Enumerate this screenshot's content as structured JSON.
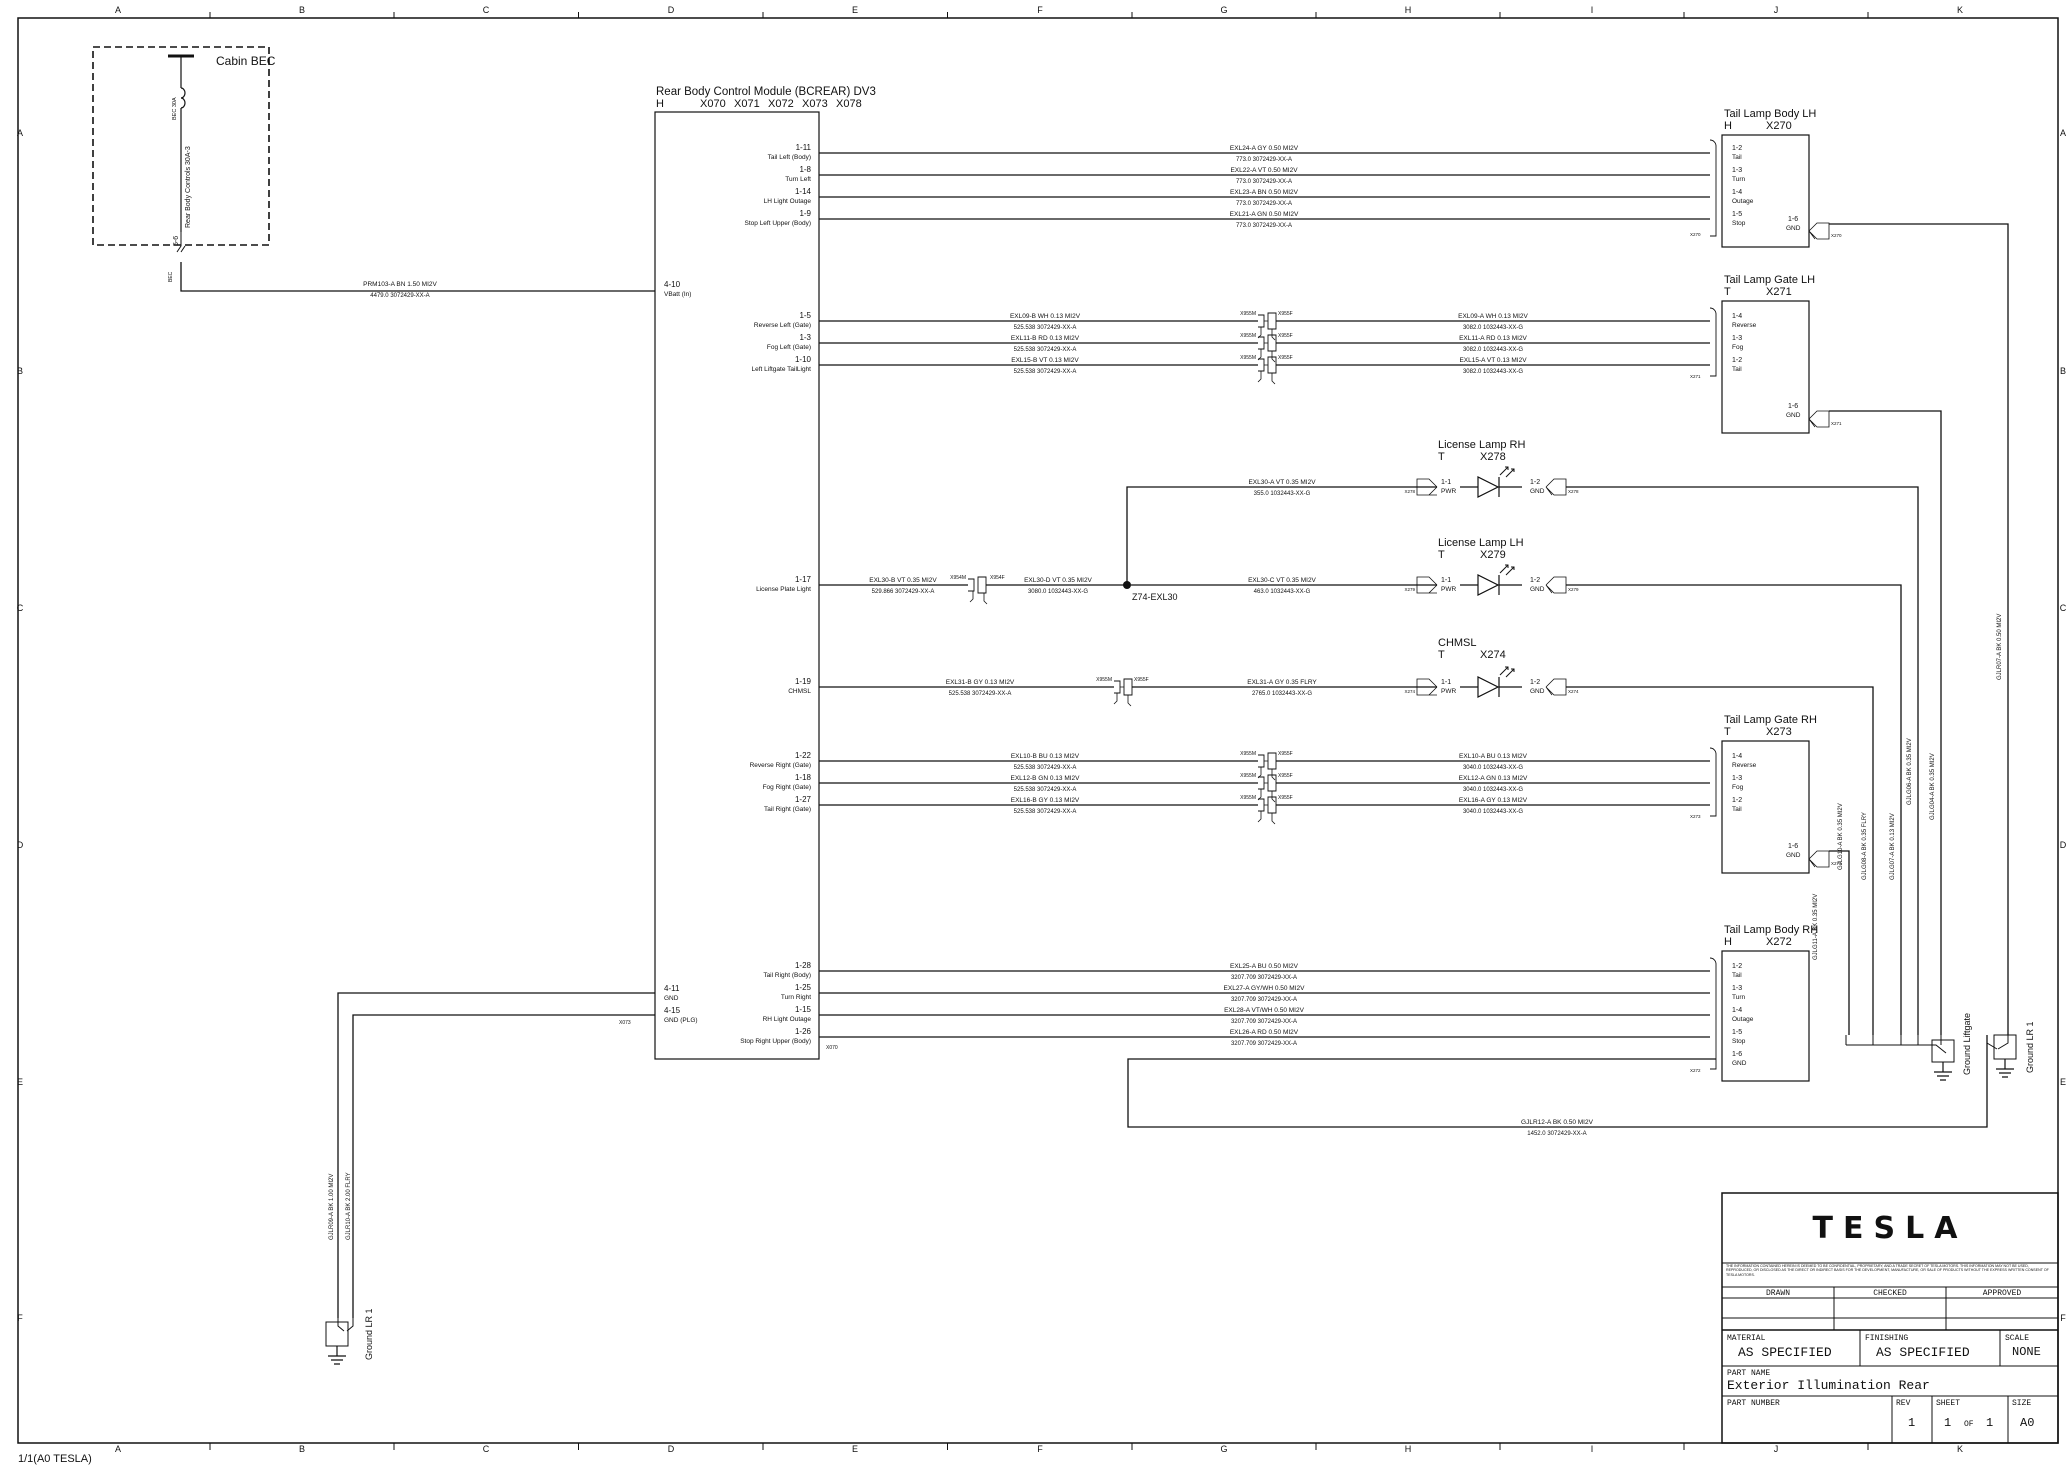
{
  "grid": {
    "cols": [
      "A",
      "B",
      "C",
      "D",
      "E",
      "F",
      "G",
      "H",
      "I",
      "J",
      "K"
    ],
    "rows": [
      "A",
      "B",
      "C",
      "D",
      "E",
      "F"
    ]
  },
  "sheet_label": "1/1(A0 TESLA)",
  "bec": {
    "title": "Cabin BEC",
    "fuse": "Rear Body Controls 30A-3",
    "fuse_rating": "BEC 30A",
    "pin": "5-6",
    "conn": "BEC"
  },
  "module": {
    "title": "Rear Body Control Module (BCREAR) DV3",
    "sub_h": "H",
    "connectors": [
      "X070",
      "X071",
      "X072",
      "X073",
      "X078"
    ],
    "vbatt_pin": "4-10",
    "vbatt_label": "VBatt (In)",
    "gnd_pins": [
      {
        "pin": "4-11",
        "label": "GND"
      },
      {
        "pin": "4-15",
        "label": "GND (PLG)"
      }
    ],
    "gnd_conn": "X073",
    "conn_x070": "X070"
  },
  "supply_wire": {
    "id": "PRM103-A",
    "color": "BN",
    "gauge": "1.50",
    "type": "MI2V",
    "length": "4479.0",
    "part": "3072429-XX-A"
  },
  "pins": [
    {
      "pin": "1-11",
      "label": "Tail Left (Body)"
    },
    {
      "pin": "1-8",
      "label": "Turn Left"
    },
    {
      "pin": "1-14",
      "label": "LH Light Outage"
    },
    {
      "pin": "1-9",
      "label": "Stop Left Upper (Body)"
    },
    {
      "pin": "1-5",
      "label": "Reverse Left (Gate)"
    },
    {
      "pin": "1-3",
      "label": "Fog Left (Gate)"
    },
    {
      "pin": "1-10",
      "label": "Left Liftgate TailLight"
    },
    {
      "pin": "1-17",
      "label": "License Plate Light"
    },
    {
      "pin": "1-19",
      "label": "CHMSL"
    },
    {
      "pin": "1-22",
      "label": "Reverse Right (Gate)"
    },
    {
      "pin": "1-18",
      "label": "Fog Right (Gate)"
    },
    {
      "pin": "1-27",
      "label": "Tail Right (Gate)"
    },
    {
      "pin": "1-28",
      "label": "Tail Right (Body)"
    },
    {
      "pin": "1-25",
      "label": "Turn Right"
    },
    {
      "pin": "1-15",
      "label": "RH Light Outage"
    },
    {
      "pin": "1-26",
      "label": "Stop Right Upper (Body)"
    }
  ],
  "wires_body_lh": [
    {
      "id": "EXL24-A",
      "color": "GY",
      "gauge": "0.50",
      "type": "MI2V",
      "length": "773.0",
      "part": "3072429-XX-A"
    },
    {
      "id": "EXL22-A",
      "color": "VT",
      "gauge": "0.50",
      "type": "MI2V",
      "length": "773.0",
      "part": "3072429-XX-A"
    },
    {
      "id": "EXL23-A",
      "color": "BN",
      "gauge": "0.50",
      "type": "MI2V",
      "length": "773.0",
      "part": "3072429-XX-A"
    },
    {
      "id": "EXL21-A",
      "color": "GN",
      "gauge": "0.50",
      "type": "MI2V",
      "length": "773.0",
      "part": "3072429-XX-A"
    }
  ],
  "wires_gate_lh_left": [
    {
      "id": "EXL09-B",
      "color": "WH",
      "gauge": "0.13",
      "type": "MI2V",
      "length": "525.538",
      "part": "3072429-XX-A"
    },
    {
      "id": "EXL11-B",
      "color": "RD",
      "gauge": "0.13",
      "type": "MI2V",
      "length": "525.538",
      "part": "3072429-XX-A"
    },
    {
      "id": "EXL15-B",
      "color": "VT",
      "gauge": "0.13",
      "type": "MI2V",
      "length": "525.538",
      "part": "3072429-XX-A"
    }
  ],
  "wires_gate_lh_right": [
    {
      "id": "EXL09-A",
      "color": "WH",
      "gauge": "0.13",
      "type": "MI2V",
      "length": "3082.0",
      "part": "1032443-XX-G"
    },
    {
      "id": "EXL11-A",
      "color": "RD",
      "gauge": "0.13",
      "type": "MI2V",
      "length": "3082.0",
      "part": "1032443-XX-G"
    },
    {
      "id": "EXL15-A",
      "color": "VT",
      "gauge": "0.13",
      "type": "MI2V",
      "length": "3082.0",
      "part": "1032443-XX-G"
    }
  ],
  "wires_gate_rh_left": [
    {
      "id": "EXL10-B",
      "color": "BU",
      "gauge": "0.13",
      "type": "MI2V",
      "length": "525.538",
      "part": "3072429-XX-A"
    },
    {
      "id": "EXL12-B",
      "color": "GN",
      "gauge": "0.13",
      "type": "MI2V",
      "length": "525.538",
      "part": "3072429-XX-A"
    },
    {
      "id": "EXL16-B",
      "color": "GY",
      "gauge": "0.13",
      "type": "MI2V",
      "length": "525.538",
      "part": "3072429-XX-A"
    }
  ],
  "wires_gate_rh_right": [
    {
      "id": "EXL10-A",
      "color": "BU",
      "gauge": "0.13",
      "type": "MI2V",
      "length": "3040.0",
      "part": "1032443-XX-G"
    },
    {
      "id": "EXL12-A",
      "color": "GN",
      "gauge": "0.13",
      "type": "MI2V",
      "length": "3040.0",
      "part": "1032443-XX-G"
    },
    {
      "id": "EXL16-A",
      "color": "GY",
      "gauge": "0.13",
      "type": "MI2V",
      "length": "3040.0",
      "part": "1032443-XX-G"
    }
  ],
  "wires_body_rh": [
    {
      "id": "EXL25-A",
      "color": "BU",
      "gauge": "0.50",
      "type": "MI2V",
      "length": "3207.709",
      "part": "3072429-XX-A"
    },
    {
      "id": "EXL27-A",
      "color": "GY/WH",
      "gauge": "0.50",
      "type": "MI2V",
      "length": "3207.709",
      "part": "3072429-XX-A"
    },
    {
      "id": "EXL28-A",
      "color": "VT/WH",
      "gauge": "0.50",
      "type": "MI2V",
      "length": "3207.709",
      "part": "3072429-XX-A"
    },
    {
      "id": "EXL26-A",
      "color": "RD",
      "gauge": "0.50",
      "type": "MI2V",
      "length": "3207.709",
      "part": "3072429-XX-A"
    }
  ],
  "license_wires": {
    "b": {
      "id": "EXL30-B",
      "color": "VT",
      "gauge": "0.35",
      "type": "MI2V",
      "length": "529.866",
      "part": "3072429-XX-A"
    },
    "d": {
      "id": "EXL30-D",
      "color": "VT",
      "gauge": "0.35",
      "type": "MI2V",
      "length": "3080.0",
      "part": "1032443-XX-G"
    },
    "a": {
      "id": "EXL30-A",
      "color": "VT",
      "gauge": "0.35",
      "type": "MI2V",
      "length": "355.0",
      "part": "1032443-XX-G"
    },
    "c": {
      "id": "EXL30-C",
      "color": "VT",
      "gauge": "0.35",
      "type": "MI2V",
      "length": "463.0",
      "part": "1032443-XX-G"
    },
    "splice": "Z74-EXL30"
  },
  "chmsl_wires": {
    "b": {
      "id": "EXL31-B",
      "color": "GY",
      "gauge": "0.13",
      "type": "MI2V",
      "length": "525.538",
      "part": "3072429-XX-A"
    },
    "a": {
      "id": "EXL31-A",
      "color": "GY",
      "gauge": "0.35",
      "type": "FLRY",
      "length": "2765.0",
      "part": "1032443-XX-G"
    }
  },
  "inline": {
    "x955m": "X955M",
    "x955f": "X955F",
    "x954m": "X954M",
    "x954f": "X954F"
  },
  "lamps": {
    "body_lh": {
      "title": "Tail Lamp Body LH",
      "sub": "H",
      "conn": "X270",
      "pins": [
        [
          "1-2",
          "Tail"
        ],
        [
          "1-3",
          "Turn"
        ],
        [
          "1-4",
          "Outage"
        ],
        [
          "1-5",
          "Stop"
        ]
      ],
      "gnd": [
        "1-6",
        "GND"
      ]
    },
    "gate_lh": {
      "title": "Tail Lamp Gate LH",
      "sub": "T",
      "conn": "X271",
      "pins": [
        [
          "1-4",
          "Reverse"
        ],
        [
          "1-3",
          "Fog"
        ],
        [
          "1-2",
          "Tail"
        ]
      ],
      "gnd": [
        "1-6",
        "GND"
      ]
    },
    "lic_rh": {
      "title": "License Lamp RH",
      "sub": "T",
      "conn": "X278",
      "p1": [
        "1-1",
        "PWR"
      ],
      "p2": [
        "1-2",
        "GND"
      ]
    },
    "lic_lh": {
      "title": "License Lamp LH",
      "sub": "T",
      "conn": "X279",
      "p1": [
        "1-1",
        "PWR"
      ],
      "p2": [
        "1-2",
        "GND"
      ]
    },
    "chmsl": {
      "title": "CHMSL",
      "sub": "T",
      "conn": "X274",
      "p1": [
        "1-1",
        "PWR"
      ],
      "p2": [
        "1-2",
        "GND"
      ]
    },
    "gate_rh": {
      "title": "Tail Lamp Gate RH",
      "sub": "T",
      "conn": "X273",
      "pins": [
        [
          "1-4",
          "Reverse"
        ],
        [
          "1-3",
          "Fog"
        ],
        [
          "1-2",
          "Tail"
        ]
      ],
      "gnd": [
        "1-6",
        "GND"
      ]
    },
    "body_rh": {
      "title": "Tail Lamp Body RH",
      "sub": "H",
      "conn": "X272",
      "pins": [
        [
          "1-2",
          "Tail"
        ],
        [
          "1-3",
          "Turn"
        ],
        [
          "1-4",
          "Outage"
        ],
        [
          "1-5",
          "Stop"
        ],
        [
          "1-6",
          "GND"
        ]
      ]
    }
  },
  "grounds": {
    "liftgate": "Ground Liftgate",
    "lr1_right": "Ground LR 1",
    "lr1_left": "Ground LR 1",
    "bottom_wire": {
      "id": "GJLR12-A",
      "color": "BK",
      "gauge": "0.50",
      "type": "MI2V",
      "length": "1452.0",
      "part": "3072429-XX-A"
    },
    "vert_wires": [
      {
        "text": "GJLR07-A   BK   0.50   MI2V"
      },
      {
        "text": "GJLG04-A   BK   0.35   MI2V"
      },
      {
        "text": "GJLG06-A   BK   0.35   MI2V"
      },
      {
        "text": "GJLG07-A   BK   0.13   MI2V"
      },
      {
        "text": "GJLG08-A   BK   0.35   FLRY"
      },
      {
        "text": "GJLG10-A   BK   0.35   MI2V"
      },
      {
        "text": "GJLG11-A   BK   0.35   MI2V"
      },
      {
        "text": "GJLR09-A   BK   1.00   MI2V"
      },
      {
        "text": "GJLR10-A   BK   2.00   FLRY"
      }
    ]
  },
  "title_block": {
    "logo": "TESLA",
    "notice": "THE INFORMATION CONTAINED HEREIN IS DEEMED TO BE CONFIDENTIAL, PROPRIETARY, AND A TRADE SECRET OF TESLA MOTORS. THIS INFORMATION MAY NOT BE USED, REPRODUCED, OR DISCLOSED AS THE DIRECT OR INDIRECT BASIS FOR THE DEVELOPMENT, MANUFACTURE, OR SALE OF PRODUCTS WITHOUT THE EXPRESS WRITTEN CONSENT OF TESLA MOTORS.",
    "drawn": "DRAWN",
    "checked": "CHECKED",
    "approved": "APPROVED",
    "material_label": "MATERIAL",
    "material": "AS SPECIFIED",
    "finishing_label": "FINISHING",
    "finishing": "AS SPECIFIED",
    "scale_label": "SCALE",
    "scale": "NONE",
    "part_name_label": "PART NAME",
    "part_name": "Exterior Illumination Rear",
    "part_number_label": "PART NUMBER",
    "rev_label": "REV",
    "rev": "1",
    "sheet_label": "SHEET",
    "sheet": "1",
    "of": "OF",
    "sheet_total": "1",
    "size_label": "SIZE",
    "size": "A0"
  }
}
